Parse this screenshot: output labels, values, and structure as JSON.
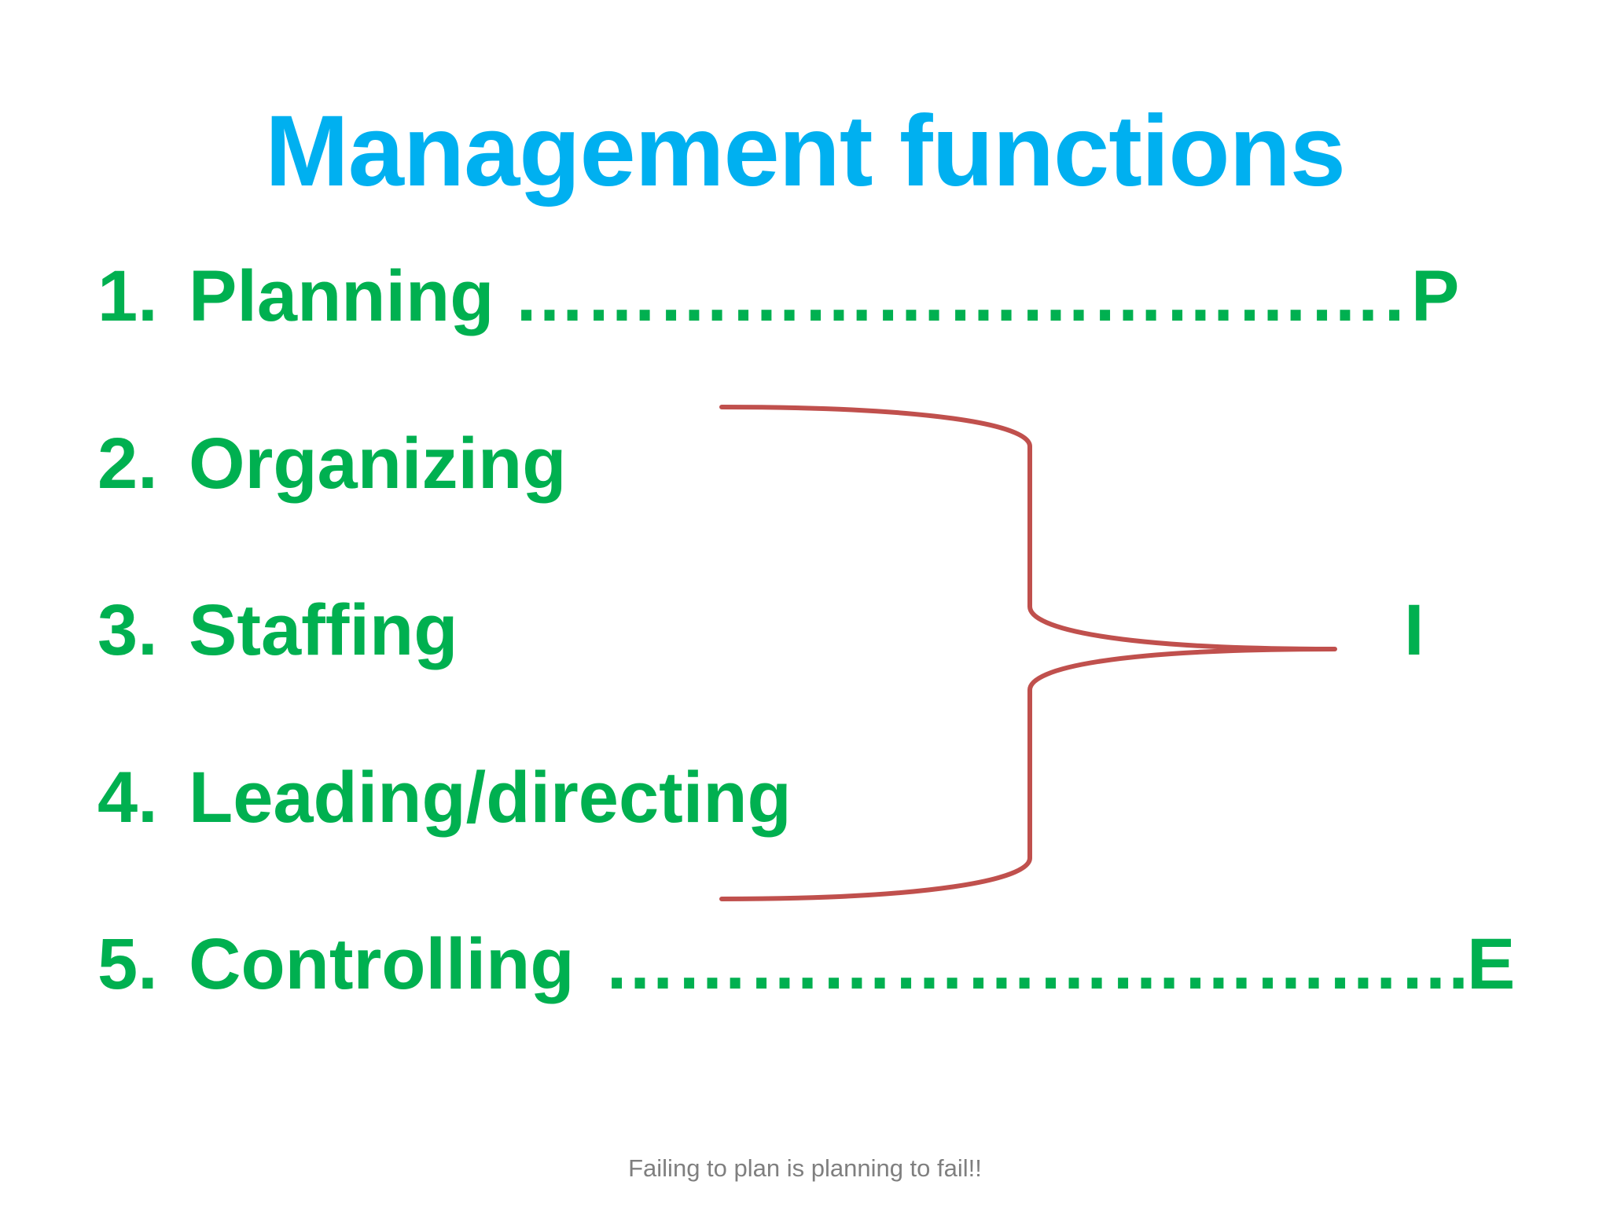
{
  "slide": {
    "title": "Management functions",
    "functions": [
      {
        "number": "1.",
        "label": "Planning"
      },
      {
        "number": "2.",
        "label": "Organizing"
      },
      {
        "number": "3.",
        "label": "Staffing"
      },
      {
        "number": "4.",
        "label": "Leading/directing"
      },
      {
        "number": "5.",
        "label": "Controlling"
      }
    ],
    "leaders": {
      "planning": "……………………………………",
      "controlling": "……………………………….."
    },
    "letters": {
      "p": "P",
      "i": "I",
      "e": "E"
    },
    "footer": "Failing to plan is planning to fail!!"
  },
  "colors": {
    "title": "#00b0f0",
    "functions": "#00b050",
    "brace": "#c0504d",
    "footer": "#7f7f7f",
    "background": "#ffffff"
  }
}
